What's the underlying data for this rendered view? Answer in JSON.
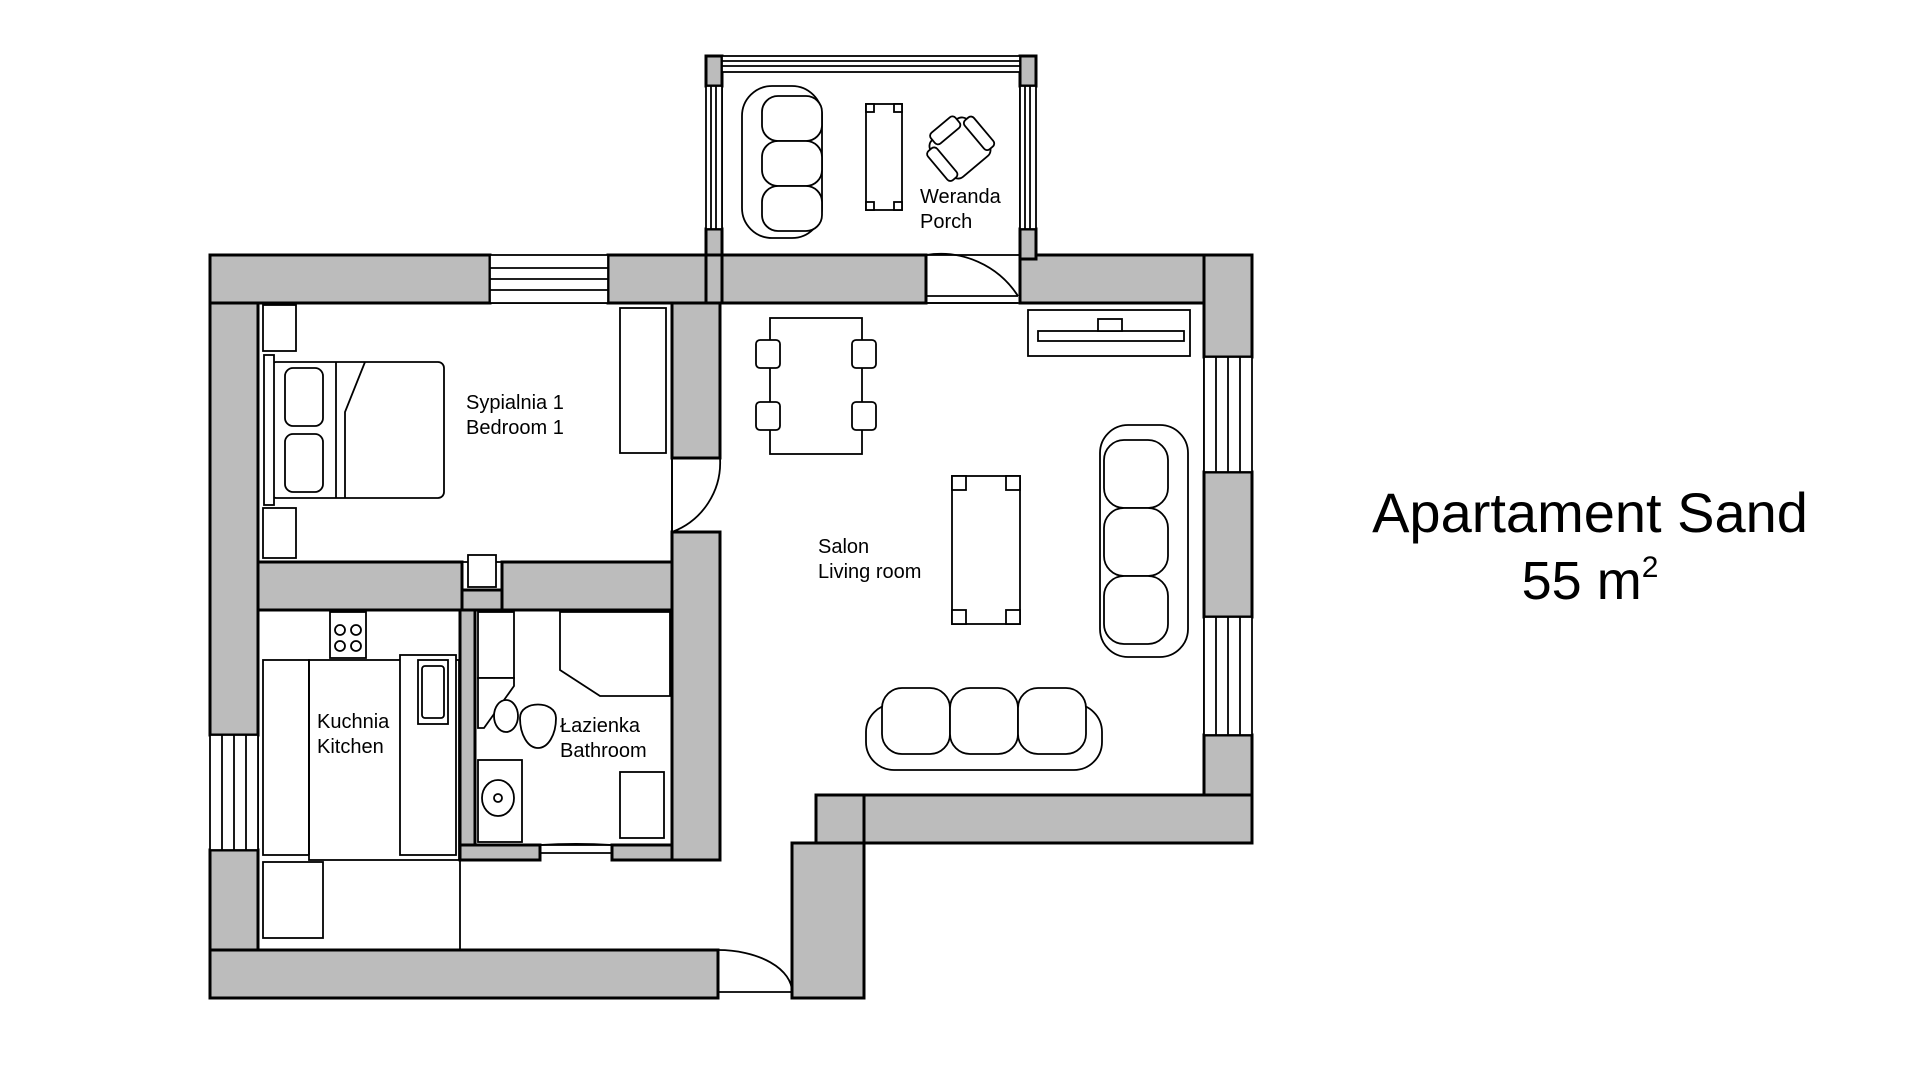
{
  "title": {
    "name": "Apartament Sand",
    "area_value": "55 m",
    "area_exponent": "2"
  },
  "rooms": {
    "porch": {
      "pl": "Weranda",
      "en": "Porch"
    },
    "bedroom": {
      "pl": "Sypialnia 1",
      "en": "Bedroom 1"
    },
    "living": {
      "pl": "Salon",
      "en": "Living room"
    },
    "kitchen": {
      "pl": "Kuchnia",
      "en": "Kitchen"
    },
    "bathroom": {
      "pl": "Łazienka",
      "en": "Bathroom"
    }
  },
  "colors": {
    "wall": "#bcbcbc",
    "line": "#000000",
    "background": "#ffffff"
  }
}
